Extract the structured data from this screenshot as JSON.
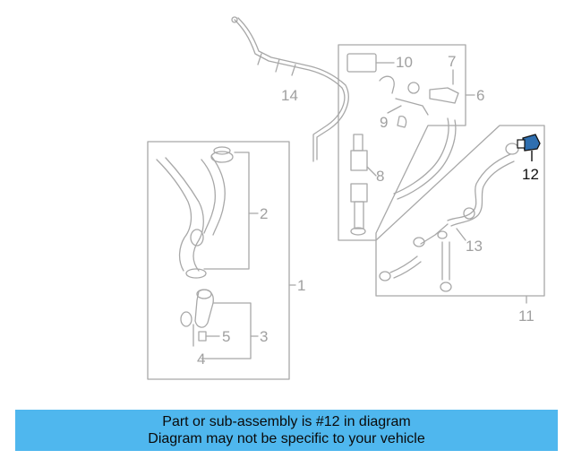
{
  "diagram": {
    "callouts": {
      "c1": "1",
      "c2": "2",
      "c3": "3",
      "c4": "4",
      "c5": "5",
      "c6": "6",
      "c7": "7",
      "c8": "8",
      "c9": "9",
      "c10": "10",
      "c11": "11",
      "c12": "12",
      "c13": "13",
      "c14": "14"
    },
    "highlighted_part": "12",
    "colors": {
      "line": "#a8a8a8",
      "highlight": "#111111",
      "banner": "#4fb7ee",
      "part_blue": "#2f6fb0"
    }
  },
  "banner": {
    "line1": "Part or sub-assembly is #12 in diagram",
    "line2": "Diagram may not be specific to your vehicle"
  }
}
